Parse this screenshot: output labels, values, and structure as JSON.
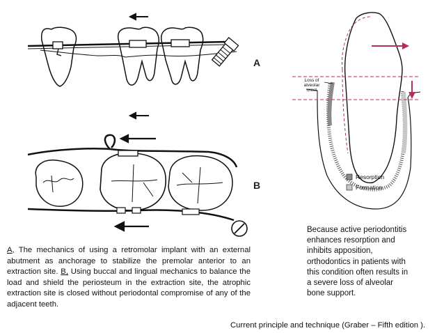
{
  "figure_a": {
    "label": "A"
  },
  "figure_b": {
    "label": "B"
  },
  "perio": {
    "crest_label_line1": "Loss of",
    "crest_label_line2": "alveolar",
    "crest_label_line3": "crest",
    "legend": [
      {
        "label": "Resorption",
        "color": "#8a8a8a"
      },
      {
        "label": "Formation",
        "color": "#c8c8c8"
      }
    ],
    "arrow_color": "#b0305a"
  },
  "caption_left": {
    "a_letter": "A",
    "a_text": ", The mechanics of using a retromolar implant with an external abutment as anchorage to stabilize the premolar anterior to an extraction site. ",
    "b_letter": "B,",
    "b_text": " Using buccal and lingual mechanics to balance the load and shield the periosteum in the extraction site, the atrophic extraction site is closed without periodontal compromise of any of the adjacent teeth."
  },
  "caption_right": {
    "lines": [
      "Because active periodontitis",
      "enhances resorption  and",
      "inhibits apposition,",
      "orthodontics  in patients with",
      "this condition  often results in",
      "a severe loss of  alveolar",
      "bone support."
    ]
  },
  "citation": "Current principle and technique (Graber – Fifth edition )."
}
